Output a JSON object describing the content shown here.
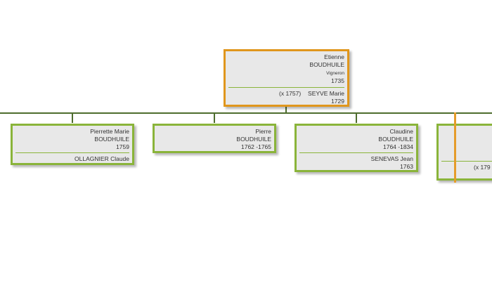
{
  "root": {
    "given_name": "Etienne",
    "surname": "BOUDHUILE",
    "occupation": "Vigneron",
    "birth": "1735",
    "marriage": "(x 1757)",
    "spouse_name": "SEYVE  Marie",
    "spouse_birth": "1729"
  },
  "children": [
    {
      "given_name": "Pierrette Marie",
      "surname": "BOUDHUILE",
      "dates": "1759",
      "spouse_name": "OLLAGNIER  Claude"
    },
    {
      "given_name": "Pierre",
      "surname": "BOUDHUILE",
      "dates": "1762  -1765"
    },
    {
      "given_name": "Claudine",
      "surname": "BOUDHUILE",
      "dates": "1764  -1834",
      "spouse_name": "SENEVAS  Jean",
      "spouse_birth": "1763"
    },
    {
      "marriage_partial": "(x 179"
    }
  ],
  "colors": {
    "connector": "#4e6d2e",
    "root_border": "#e0961c",
    "child_border": "#8ab43a",
    "card_fill": "#e8e8e8",
    "marker": "#e59c2a"
  }
}
